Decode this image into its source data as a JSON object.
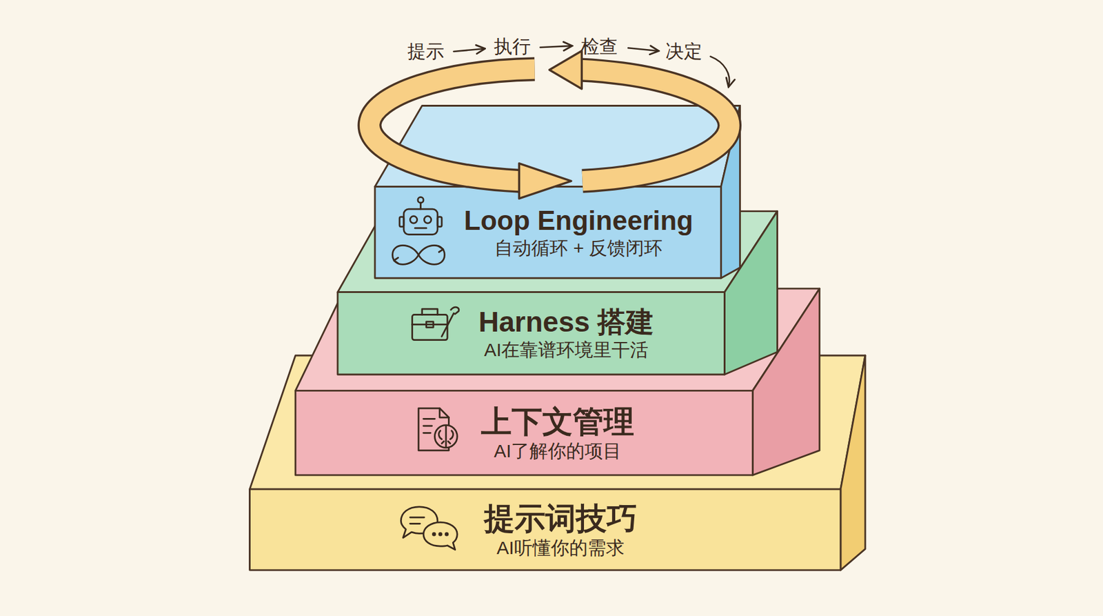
{
  "diagram": {
    "nodes": [
      {
        "text": [
          "Loop Engineering",
          "自动循环 + 反馈闭环"
        ]
      },
      {
        "text": [
          "Harness 搭建",
          "AI在靠谱环境里干活"
        ]
      },
      {
        "text": [
          "上下文管理",
          "AI了解你的项目"
        ]
      },
      {
        "text": [
          "提示词技巧",
          "AI听懂你的需求"
        ]
      }
    ],
    "labels": [
      "提示",
      "执行",
      "检查",
      "决定"
    ]
  }
}
